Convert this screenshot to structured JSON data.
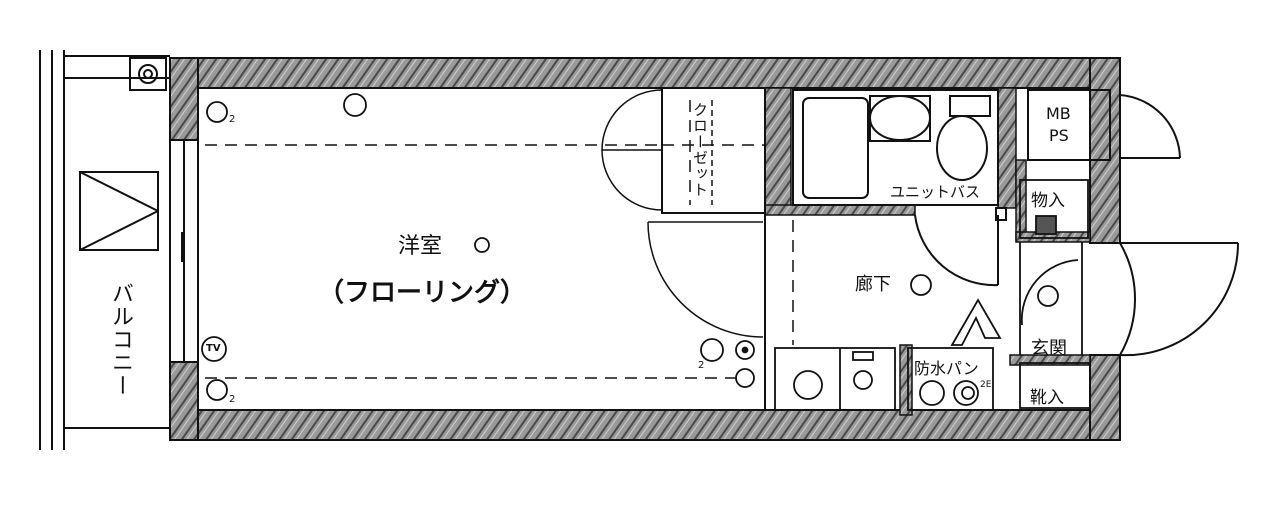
{
  "rooms": {
    "western_room": "洋室",
    "flooring": "（フローリング）",
    "closet": "クローゼット",
    "unit_bath": "ユニットバス",
    "hallway": "廊下",
    "mbps_line1": "MB",
    "mbps_line2": "PS",
    "storage": "物入",
    "entrance": "玄関",
    "shoe_cabinet": "靴入",
    "waterproof_pan": "防水パン",
    "balcony": "バルコニー"
  },
  "fixtures": {
    "tv_outlet": "TV",
    "outlet_count_a": "2",
    "outlet_count_b": "2",
    "outlet_count_c": "2",
    "power_label": "2E"
  },
  "colors": {
    "wall_fill": "#8a8a8a",
    "line": "#111111",
    "paper": "#ffffff"
  }
}
